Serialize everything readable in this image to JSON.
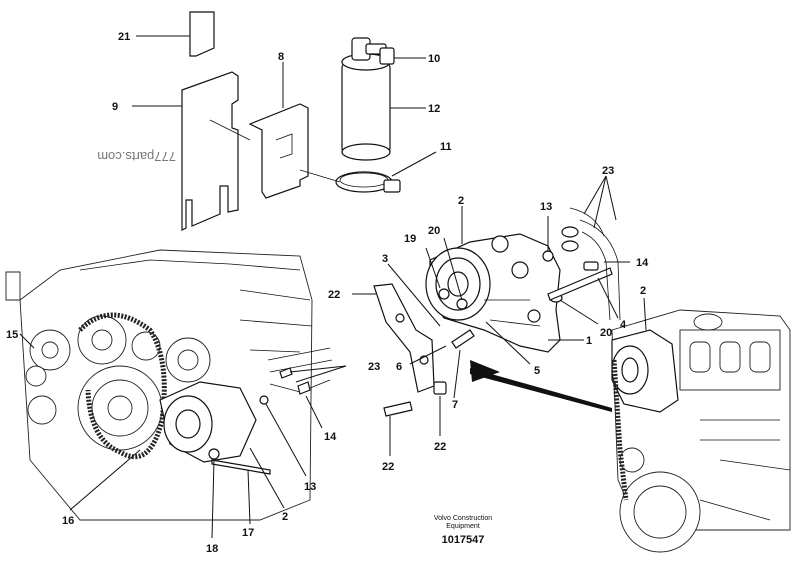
{
  "watermark": "777parts.com",
  "footer": {
    "brand_line1": "Volvo Construction",
    "brand_line2": "Equipment",
    "drawing_number": "1017547"
  },
  "callouts": {
    "c21": "21",
    "c8": "8",
    "c10": "10",
    "c9": "9",
    "c12": "12",
    "c11": "11",
    "c23a": "23",
    "c2a": "2",
    "c13a": "13",
    "c19": "19",
    "c20a": "20",
    "c14a": "14",
    "c3": "3",
    "c22a": "22",
    "c2b": "2",
    "c20b": "20",
    "c4": "4",
    "c1": "1",
    "c6": "6",
    "c5": "5",
    "c7": "7",
    "c22b": "22",
    "c22c": "22",
    "c15": "15",
    "c23b": "23",
    "c14b": "14",
    "c13b": "13",
    "c16": "16",
    "c2c": "2",
    "c17": "17",
    "c18": "18"
  }
}
